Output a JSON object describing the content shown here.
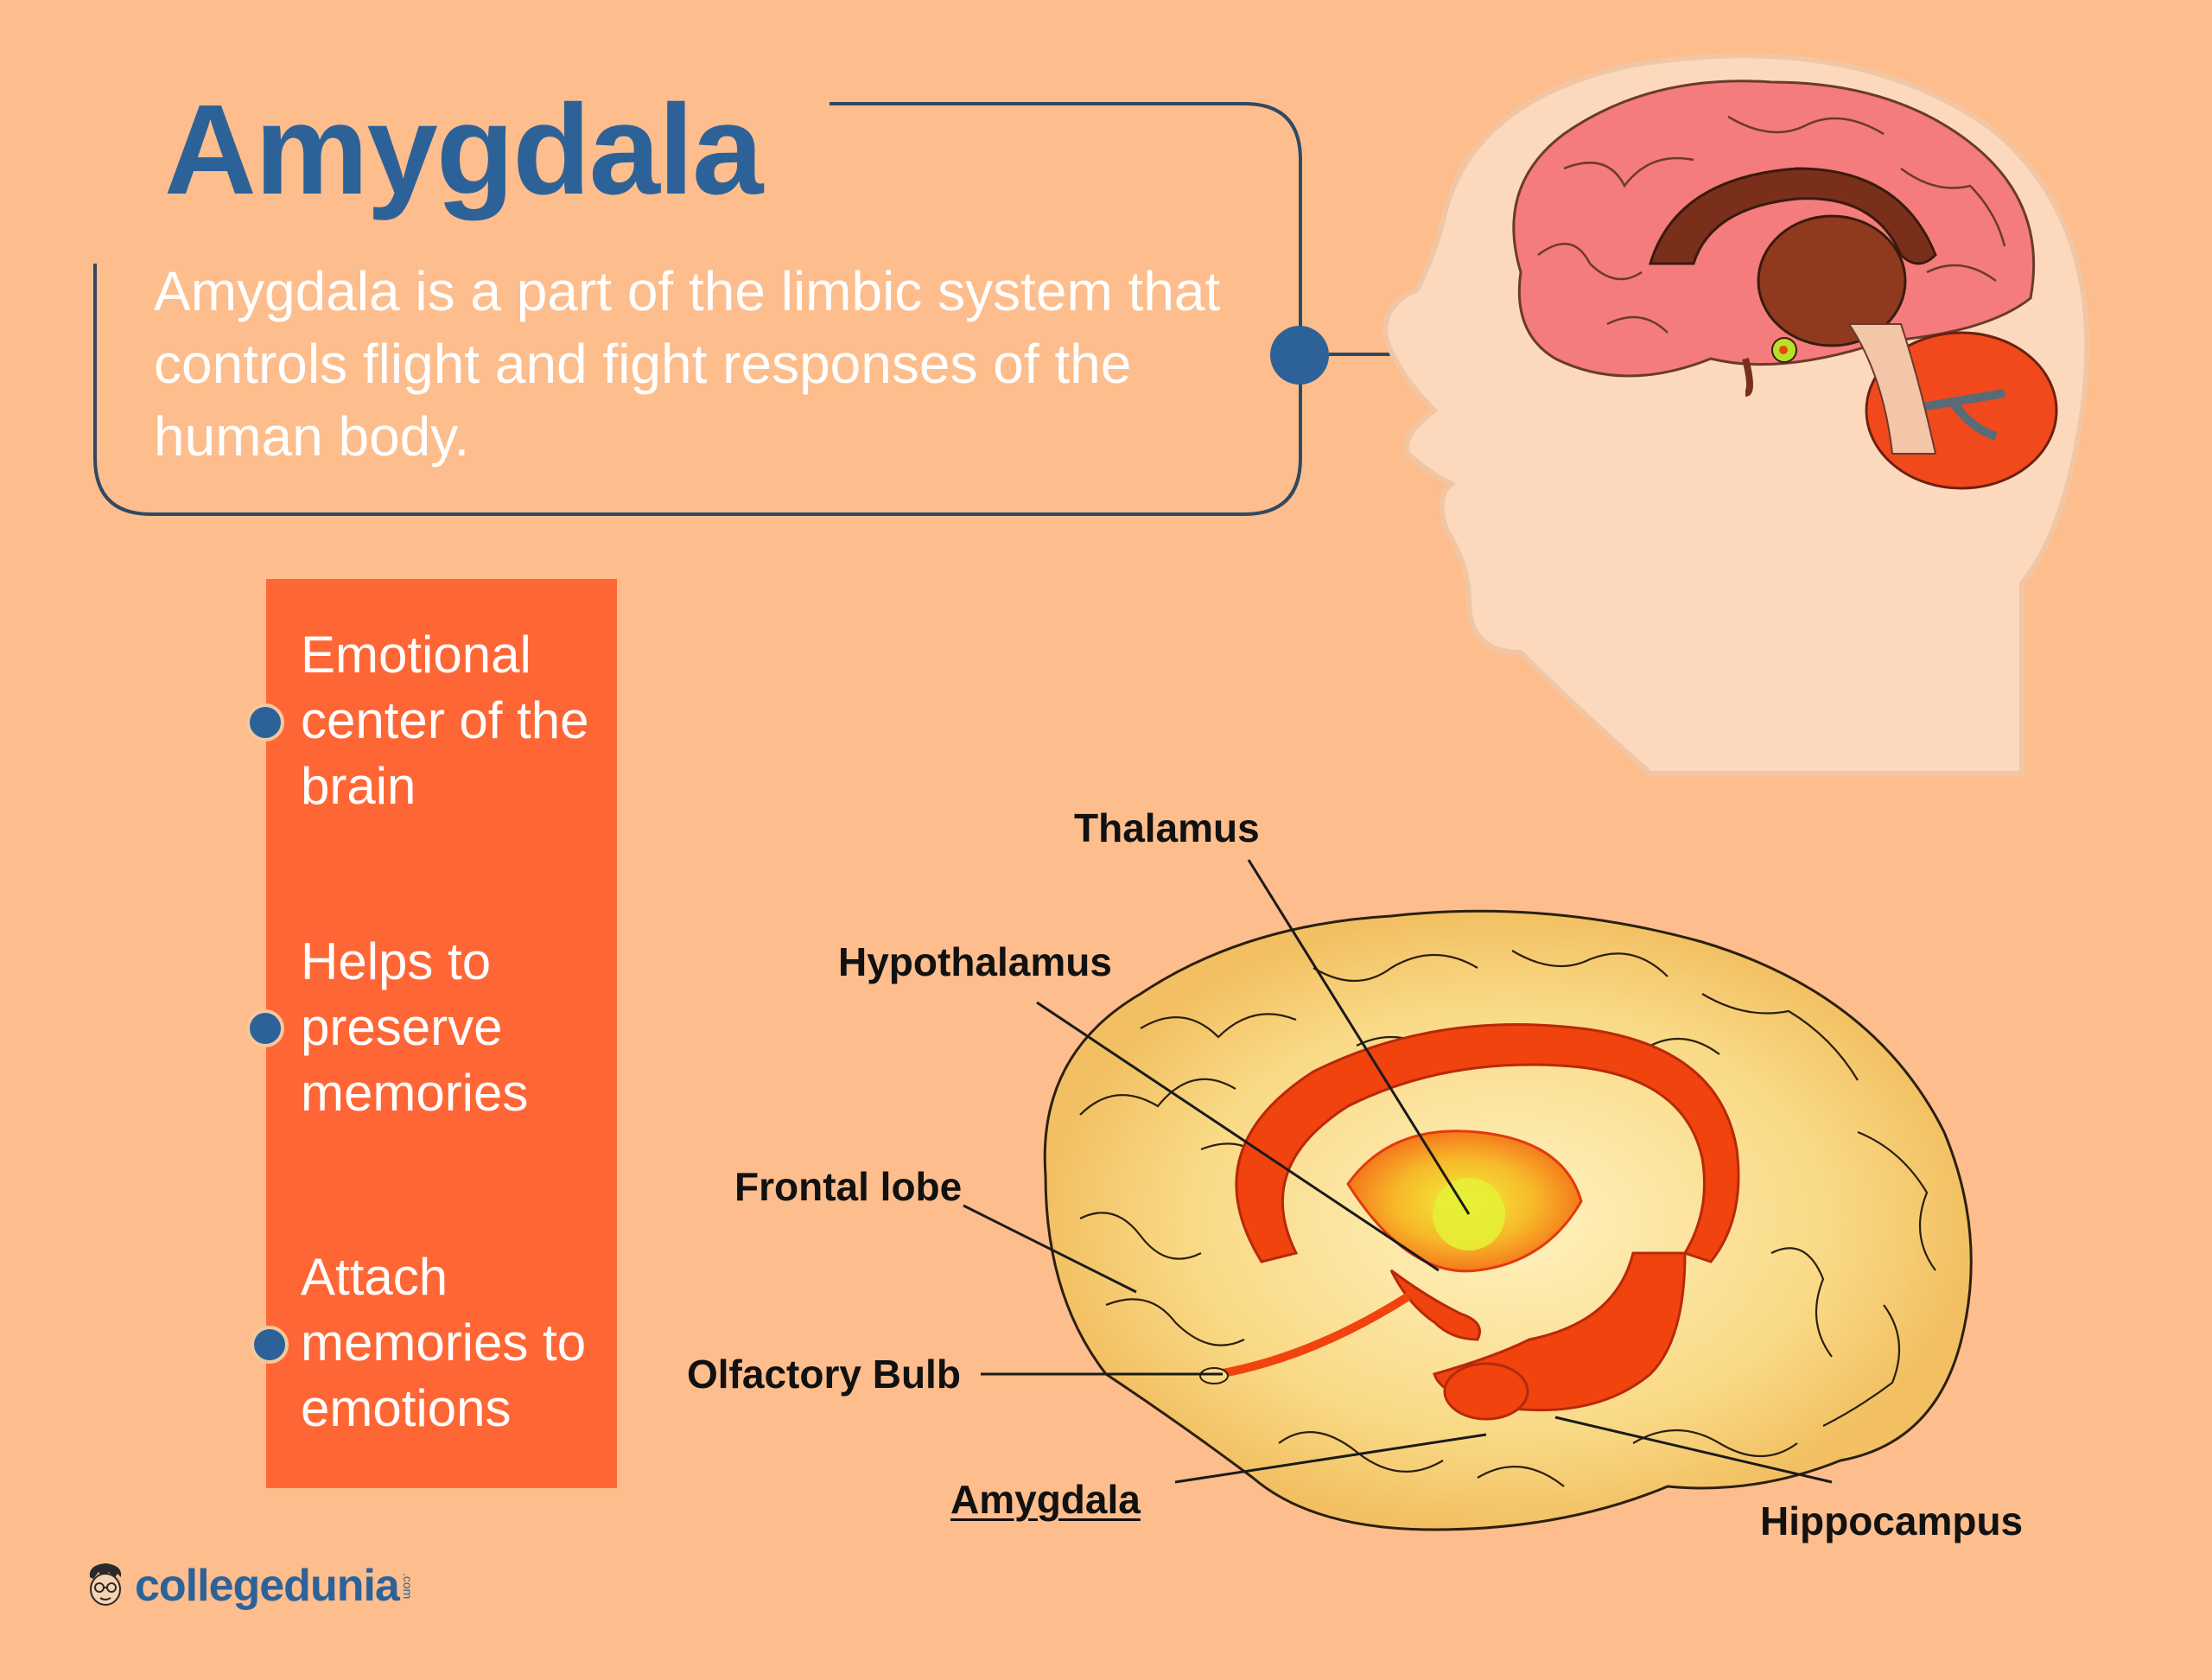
{
  "header": {
    "title": "Amygdala",
    "description": "Amygdala is a part of the limbic system that controls flight and fight responses of the human body."
  },
  "functions": [
    {
      "text": "Emotional center of the brain"
    },
    {
      "text": "Helps to preserve memories"
    },
    {
      "text": "Attach memories to emotions"
    }
  ],
  "diagram_labels": {
    "thalamus": "Thalamus",
    "hypothalamus": "Hypothalamus",
    "frontal_lobe": "Frontal lobe",
    "olfactory_bulb": "Olfactory Bulb",
    "amygdala": "Amygdala",
    "hippocampus": "Hippocampus"
  },
  "brand": {
    "name": "collegedunia",
    "tld": ".com"
  },
  "colors": {
    "background": "#fdbd8c",
    "title_blue": "#2d6299",
    "panel_orange": "#ff6635",
    "head_skin": "#fcd9bd",
    "cerebrum_pink": "#f47c7c",
    "cerebellum_red": "#f2491c",
    "brain_yellow": "#f8d991",
    "limbic_red": "#f0430e",
    "amygdala_green": "#b8e02a"
  }
}
